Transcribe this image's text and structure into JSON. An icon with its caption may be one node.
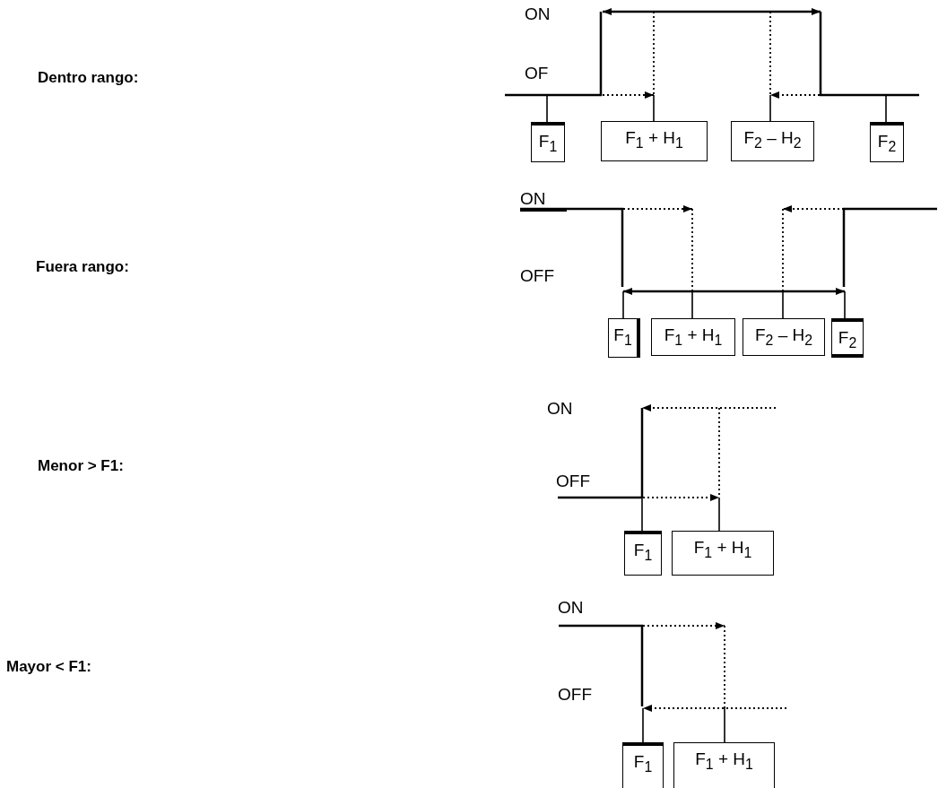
{
  "diagram": {
    "nodes": [
      {
        "text": [
          "F$_{1}$"
        ]
      },
      {
        "text": [
          "F$_{1}$ + H$_{1}$"
        ]
      },
      {
        "text": [
          "F$_{2}$ – H$_{2}$"
        ]
      },
      {
        "text": [
          "F$_{2}$"
        ]
      },
      {
        "text": [
          "F$_{1}$"
        ]
      },
      {
        "text": [
          "F$_{1}$ + H$_{1}$"
        ]
      },
      {
        "text": [
          "F$_{2}$ – H$_{2}$"
        ]
      },
      {
        "text": [
          "F$_{2}$"
        ]
      },
      {
        "text": [
          "F$_{1}$"
        ]
      },
      {
        "text": [
          "F$_{1}$ + H$_{1}$"
        ]
      },
      {
        "text": [
          "F$_{1}$"
        ]
      },
      {
        "text": [
          "F$_{1}$ + H$_{1}$"
        ]
      }
    ],
    "edges": [
      {
        "from": 0,
        "to": null,
        "arrow": "none"
      },
      {
        "from": 1,
        "to": null,
        "arrow": "none"
      },
      {
        "from": 2,
        "to": null,
        "arrow": "none"
      },
      {
        "from": 3,
        "to": null,
        "arrow": "none"
      },
      {
        "from": 4,
        "to": null,
        "arrow": "none"
      },
      {
        "from": 5,
        "to": null,
        "arrow": "none"
      },
      {
        "from": 6,
        "to": null,
        "arrow": "none"
      },
      {
        "from": 7,
        "to": null,
        "arrow": "none"
      },
      {
        "from": 8,
        "to": null,
        "arrow": "none"
      },
      {
        "from": 9,
        "to": null,
        "arrow": "none"
      },
      {
        "from": 10,
        "to": null,
        "arrow": "none"
      },
      {
        "from": 11,
        "to": null,
        "arrow": "none"
      }
    ],
    "labels": [
      "ON",
      "Dentro rango:",
      "OF",
      "ON",
      "Fuera rango:",
      "OFF",
      "ON",
      "Menor > F1:",
      "OFF",
      "ON",
      "Mayor < F1:",
      "OFF"
    ]
  }
}
